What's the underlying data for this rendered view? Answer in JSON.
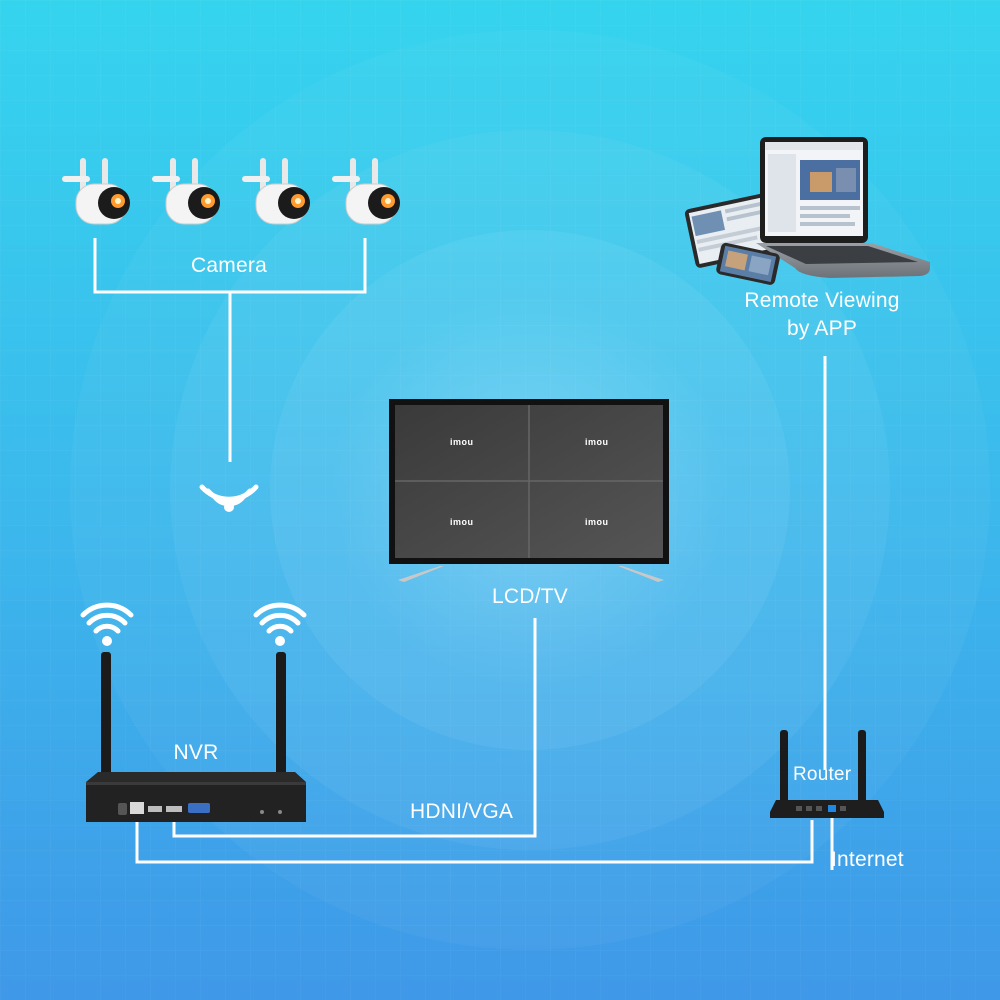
{
  "labels": {
    "camera": "Camera",
    "remote_line1": "Remote Viewing",
    "remote_line2": "by APP",
    "lcd_tv": "LCD/TV",
    "nvr": "NVR",
    "hdmi_vga": "HDNI/VGA",
    "router": "Router",
    "internet": "Internet"
  },
  "tv_screen_logos": [
    "imou",
    "imou",
    "imou",
    "imou"
  ],
  "colors": {
    "background_top": "#33d1ec",
    "background_bottom": "#3d9fe8",
    "lines": "#ffffff",
    "device_dark": "#1c1c1c",
    "camera_led": "#ff9a2e"
  },
  "device_counts": {
    "cameras": 4
  }
}
